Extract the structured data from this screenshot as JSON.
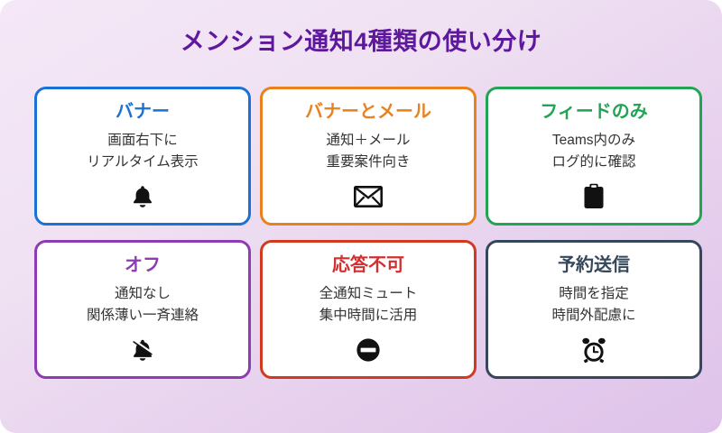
{
  "header": {
    "title": "メンション通知4種類の使い分け",
    "title_color": "#5e189e"
  },
  "background": {
    "gradient_from": "#f4e7f6",
    "gradient_to": "#dfc2ea"
  },
  "cards": [
    {
      "title": "バナー",
      "line1": "画面右下に",
      "line2": "リアルタイム表示",
      "icon": "bell-icon",
      "accent": "#1a73d4"
    },
    {
      "title": "バナーとメール",
      "line1": "通知＋メール",
      "line2": "重要案件向き",
      "icon": "envelope-icon",
      "accent": "#e8821e"
    },
    {
      "title": "フィードのみ",
      "line1": "Teams内のみ",
      "line2": "ログ的に確認",
      "icon": "clipboard-icon",
      "accent": "#23a455"
    },
    {
      "title": "オフ",
      "line1": "通知なし",
      "line2": "関係薄い一斉連絡",
      "icon": "bell-slash-icon",
      "accent": "#8e3cb4"
    },
    {
      "title": "応答不可",
      "line1": "全通知ミュート",
      "line2": "集中時間に活用",
      "icon": "no-entry-icon",
      "accent": "#d32f2f"
    },
    {
      "title": "予約送信",
      "line1": "時間を指定",
      "line2": "時間外配慮に",
      "icon": "alarm-clock-icon",
      "accent": "#35475a"
    }
  ]
}
